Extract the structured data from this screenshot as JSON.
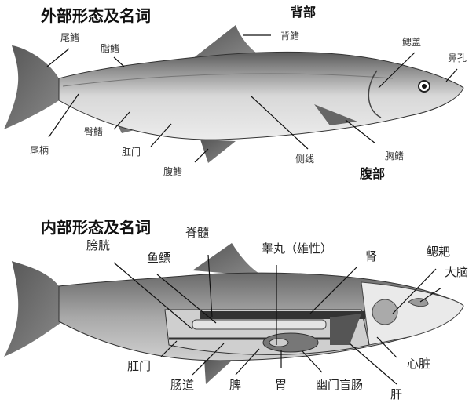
{
  "external": {
    "title": "外部形态及名词",
    "regions": {
      "dorsal": "背部",
      "ventral": "腹部"
    },
    "labels": {
      "caudal_fin": "尾鳍",
      "adipose_fin": "脂鳍",
      "dorsal_fin": "背鳍",
      "gill_cover": "鳃盖",
      "nostril": "鼻孔",
      "caudal_peduncle": "尾柄",
      "anal_fin": "臀鳍",
      "anus": "肛门",
      "pelvic_fin": "腹鳍",
      "lateral_line": "侧线",
      "pectoral_fin": "胸鳍"
    }
  },
  "internal": {
    "title": "内部形态及名词",
    "labels": {
      "spinal_cord": "脊髓",
      "bladder": "膀胱",
      "swim_bladder": "鱼鳔",
      "testis": "睾丸（雄性）",
      "kidney": "肾",
      "gills": "鳃耙",
      "brain": "大脑",
      "heart": "心脏",
      "anus": "肛门",
      "intestine": "肠道",
      "spleen": "脾",
      "stomach": "胃",
      "pyloric_caeca": "幽门盲肠",
      "liver": "肝"
    }
  }
}
